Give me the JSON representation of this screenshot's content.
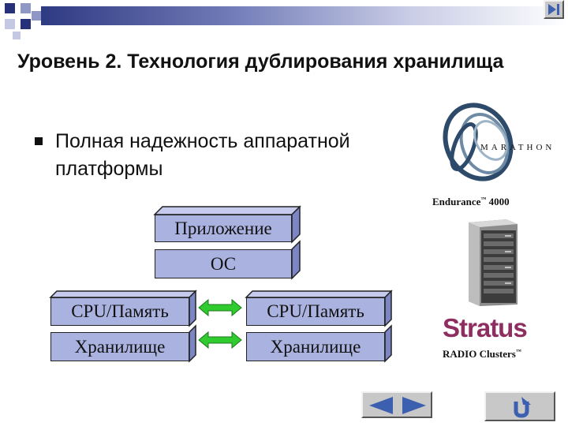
{
  "slide": {
    "title": "Уровень 2. Технология дублирования хранилища",
    "bullet": "Полная надежность аппаратной платформы"
  },
  "diagram": {
    "app_label": "Приложение",
    "os_label": "ОС",
    "left_cpu_label": "CPU/Память",
    "left_storage_label": "Хранилище",
    "right_cpu_label": "CPU/Память",
    "right_storage_label": "Хранилище"
  },
  "products": {
    "marathon_logo_text": "MARATHON",
    "endurance_label": "Endurance",
    "endurance_model": "4000",
    "stratus_logo_text": "Stratus",
    "radio_label": "RADIO Clusters",
    "tm_mark": "™"
  },
  "navigation": {
    "prev_icon": "triangle-left",
    "next_icon": "triangle-right",
    "return_icon": "u-turn-arrow"
  },
  "colors": {
    "box_fill": "#aab2e0",
    "arrow_green": "#2fcb2f",
    "accent_navy": "#27317a",
    "stratus": "#8e2d5f"
  }
}
